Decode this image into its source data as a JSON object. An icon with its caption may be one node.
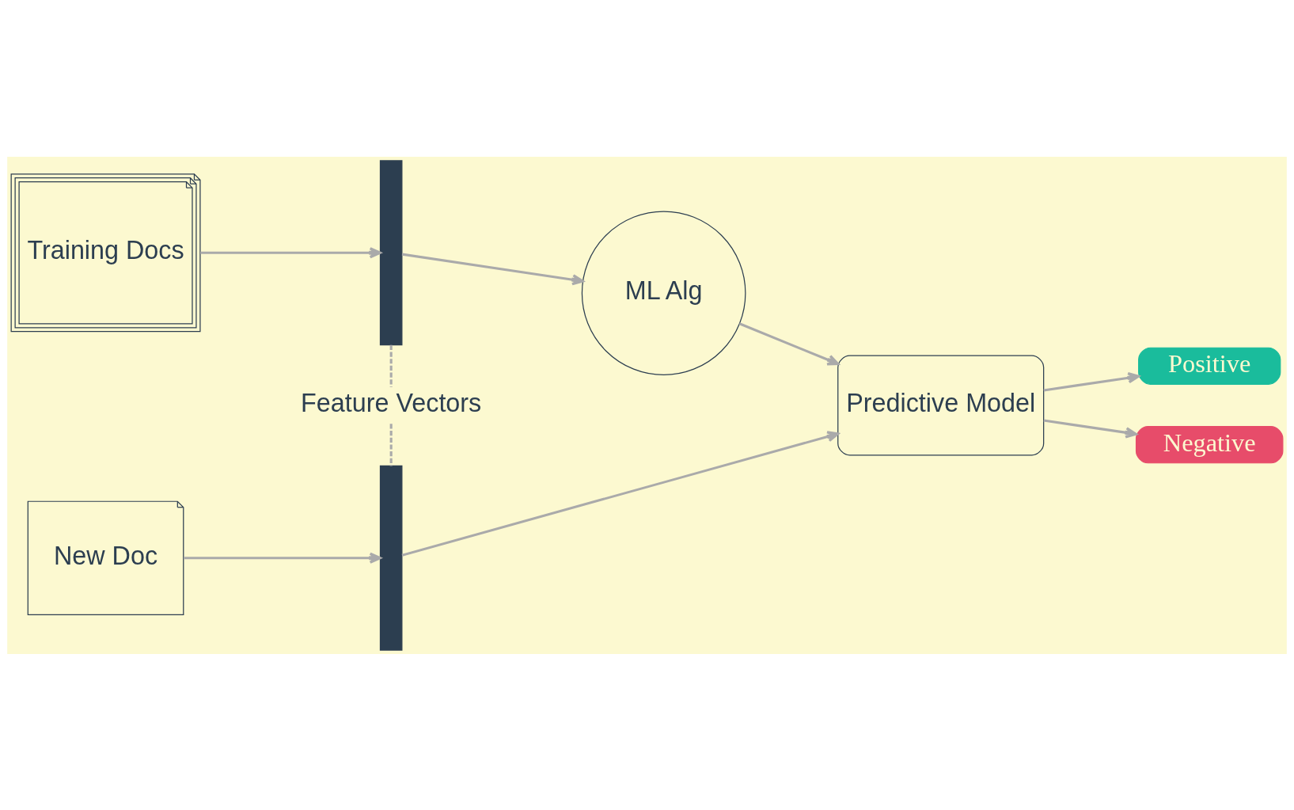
{
  "diagram": {
    "nodes": [
      {
        "text": [
          "Training Docs"
        ]
      },
      {
        "text": [],
        "shape": "bar"
      },
      {
        "text": [
          "ML Alg"
        ]
      },
      {
        "text": [
          "Feature Vectors"
        ]
      },
      {
        "text": [
          "New Doc"
        ]
      },
      {
        "text": [],
        "shape": "bar"
      },
      {
        "text": [
          "Predictive Model"
        ]
      },
      {
        "text": [
          "Positive"
        ]
      },
      {
        "text": [
          "Negative"
        ]
      }
    ],
    "edges": [
      {
        "from": 0,
        "to": 1,
        "arrow": "to"
      },
      {
        "from": 1,
        "to": 2,
        "arrow": "to"
      },
      {
        "from": 1,
        "to": 3,
        "arrow": "none",
        "style": "dashed"
      },
      {
        "from": 3,
        "to": 5,
        "arrow": "none",
        "style": "dashed"
      },
      {
        "from": 2,
        "to": 6,
        "arrow": "to"
      },
      {
        "from": 4,
        "to": 5,
        "arrow": "to"
      },
      {
        "from": 5,
        "to": 6,
        "arrow": "to"
      },
      {
        "from": 6,
        "to": 7,
        "arrow": "to"
      },
      {
        "from": 6,
        "to": 8,
        "arrow": "to"
      }
    ]
  }
}
